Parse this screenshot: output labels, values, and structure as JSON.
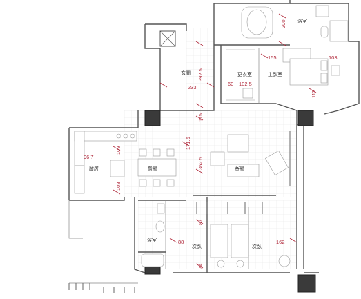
{
  "rooms": {
    "bathroom_master": "浴室",
    "entrance": "玄關",
    "closet": "更衣室",
    "master_bedroom": "主臥室",
    "kitchen": "廚房",
    "dining": "餐廳",
    "living": "客廳",
    "bathroom_guest": "浴室",
    "bedroom_second_a": "次臥",
    "bedroom_second_b": "次臥"
  },
  "dimensions": {
    "d200": "200",
    "d392_5": "392.5",
    "d155": "155",
    "d103": "103",
    "d233": "233",
    "d60": "60",
    "d102_5": "102.5",
    "d113": "113",
    "d115": "115",
    "d171_5": "171.5",
    "d96_7": "96.7",
    "d109": "109",
    "d362_5": "362.5",
    "d108": "108",
    "d87": "87",
    "d88": "88",
    "d162": "162",
    "d74": "74"
  },
  "colors": {
    "wall": "#555555",
    "dimension": "#b0283a",
    "column": "#3a3a3a"
  }
}
